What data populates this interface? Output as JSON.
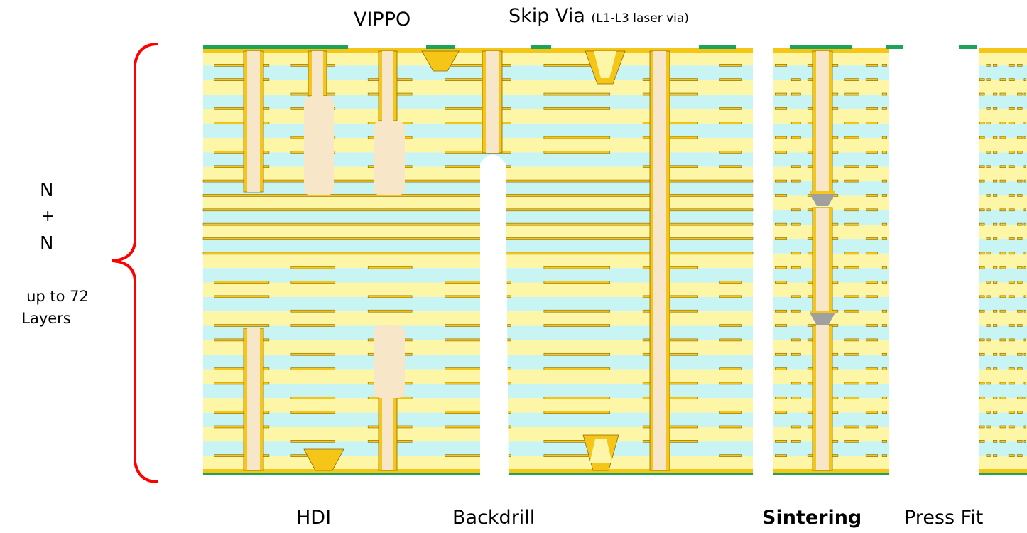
{
  "labels": {
    "vippo": "VIPPO",
    "skip_via": "Skip Via",
    "skip_via_note": "(L1-L3 laser via)",
    "n_top": "N",
    "plus": "+",
    "n_bottom": "N",
    "up_to": "up to  72",
    "layers": "Layers",
    "hdi": "HDI",
    "backdrill": "Backdrill",
    "sintering": "Sintering",
    "press_fit": "Press Fit"
  },
  "colors": {
    "copper": "#f5c518",
    "copper_edge": "#8a6a00",
    "prepreg": "#fdf6a6",
    "core": "#c8f4f4",
    "fill": "#f8e6c8",
    "solder_mask": "#1fa35a",
    "sinter": "#a0a0a0",
    "bracket": "#ff0000"
  },
  "structure": {
    "max_layers": 72
  }
}
